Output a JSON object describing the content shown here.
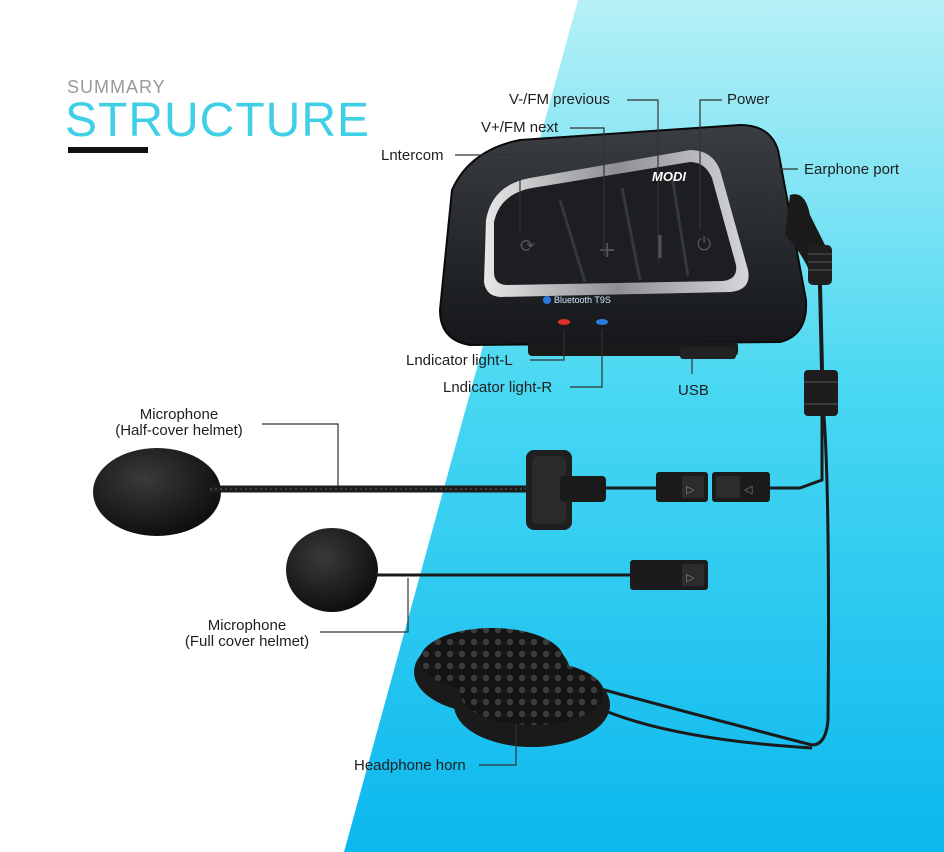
{
  "header": {
    "kicker": "SUMMARY",
    "title": "STRUCTURE"
  },
  "device": {
    "brand": "MODI",
    "model": "Bluetooth T9S"
  },
  "labels": {
    "vol_down": "V-/FM previous",
    "power": "Power",
    "vol_up": "V+/FM next",
    "intercom": "Lntercom",
    "earphone_port": "Earphone port",
    "indicator_l": "Lndicator light-L",
    "indicator_r": "Lndicator light-R",
    "usb": "USB",
    "mic_half_line1": "Microphone",
    "mic_half_line2": "(Half-cover helmet)",
    "mic_full_line1": "Microphone",
    "mic_full_line2": "(Full cover helmet)",
    "headphone": "Headphone horn"
  },
  "colors": {
    "accent": "#3fd0e6",
    "cyan_bg": "#20c8f0",
    "led_red": "#e0302a",
    "led_blue": "#2a7de0"
  }
}
